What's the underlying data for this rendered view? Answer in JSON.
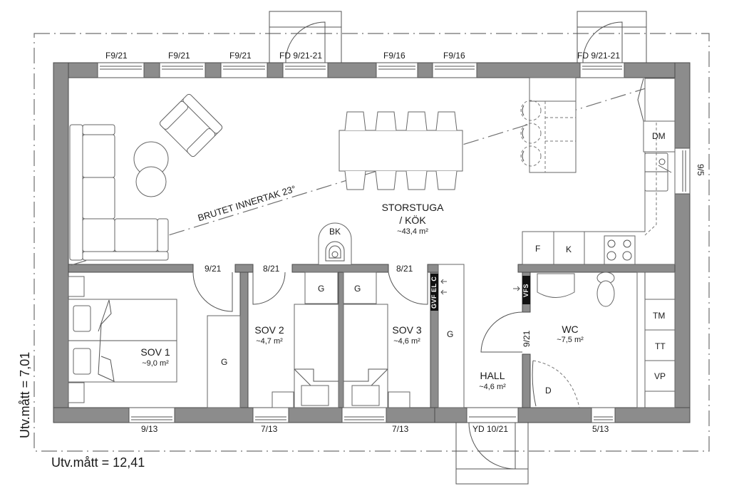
{
  "plan": {
    "dimensions": {
      "width_label": "Utv.mått = 12,41",
      "height_label": "Utv.mått = 7,01"
    },
    "ceiling_label": "BRUTET INNERTAK 23°",
    "rooms": [
      {
        "id": "storstuga",
        "name_line1": "STORSTUGA",
        "name_line2": "/ KÖK",
        "area": "~43,4 m²"
      },
      {
        "id": "sov1",
        "name": "SOV 1",
        "area": "~9,0 m²"
      },
      {
        "id": "sov2",
        "name": "SOV 2",
        "area": "~4,7 m²"
      },
      {
        "id": "sov3",
        "name": "SOV 3",
        "area": "~4,6 m²"
      },
      {
        "id": "hall",
        "name": "HALL",
        "area": "~4,6 m²"
      },
      {
        "id": "wc",
        "name": "WC",
        "area": "~7,5 m²"
      }
    ],
    "top_openings": [
      "F9/21",
      "F9/21",
      "F9/21",
      "FD 9/21-21",
      "F9/16",
      "F9/16",
      "FD 9/21-21"
    ],
    "right_openings": [
      "9/5"
    ],
    "bottom_openings": [
      "9/13",
      "7/13",
      "7/13",
      "YD 10/21",
      "5/13"
    ],
    "interior_doors": [
      "9/21",
      "8/21",
      "8/21",
      "9/21"
    ],
    "fixtures": {
      "kitchen": [
        "DM",
        "F",
        "K"
      ],
      "fireplace": "BK",
      "wardrobes": [
        "G",
        "G",
        "G",
        "G"
      ],
      "laundry": [
        "TM",
        "TT",
        "VP"
      ],
      "shower": "D",
      "panels": [
        "GVF EL C",
        "VFS"
      ]
    }
  },
  "colors": {
    "wall": "#8c8c8c",
    "line": "#555555",
    "background": "#ffffff"
  }
}
